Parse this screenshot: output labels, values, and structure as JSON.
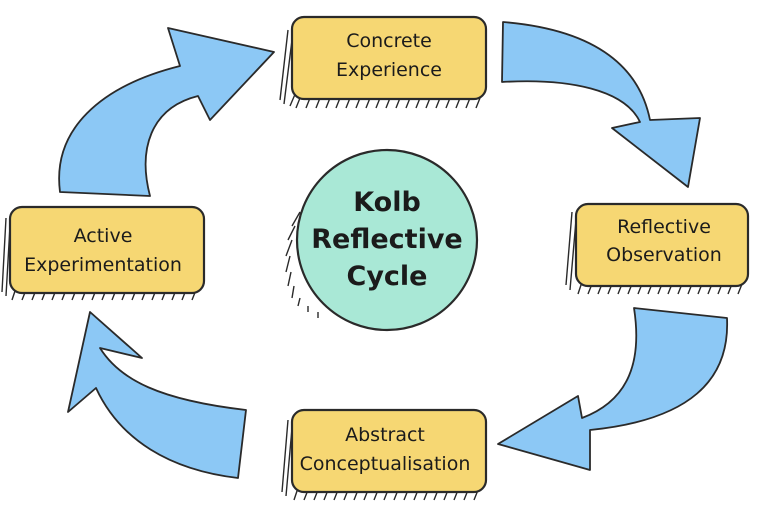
{
  "diagram": {
    "center": {
      "line1": "Kolb",
      "line2": "Reflective",
      "line3": "Cycle"
    },
    "stages": {
      "concrete_experience": {
        "line1": "Concrete",
        "line2": "Experience"
      },
      "reflective_observation": {
        "line1": "Reflective",
        "line2": "Observation"
      },
      "abstract_conceptualisation": {
        "line1": "Abstract",
        "line2": "Conceptualisation"
      },
      "active_experimentation": {
        "line1": "Active",
        "line2": "Experimentation"
      }
    },
    "colors": {
      "stage_fill": "#f6d773",
      "center_fill": "#a9e8d6",
      "arrow_fill": "#8cc8f5",
      "outline": "#2a2a2a"
    }
  }
}
